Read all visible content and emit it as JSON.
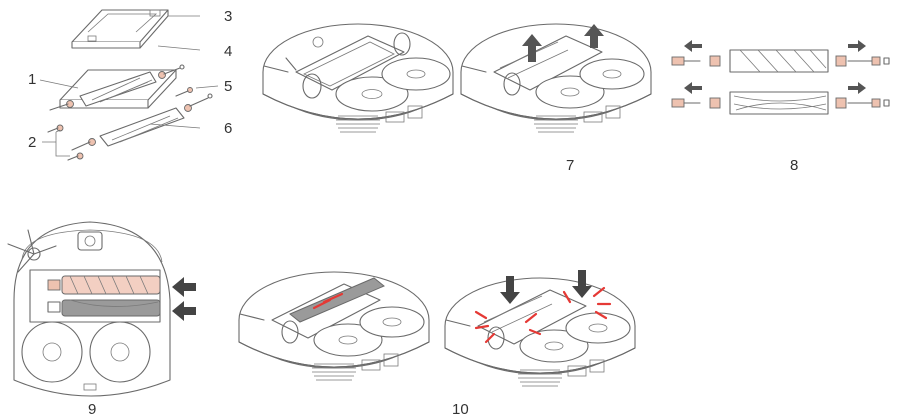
{
  "labels": {
    "part_1": "1",
    "part_2": "2",
    "part_3": "3",
    "part_4": "4",
    "part_5": "5",
    "part_6": "6"
  },
  "steps": {
    "step_7": "7",
    "step_8": "8",
    "step_9": "9",
    "step_10": "10"
  },
  "colors": {
    "line": "#6a6a6a",
    "roller_pink": "#f3cfc2",
    "roller_gray": "#9a9a9a",
    "highlight_red": "#e53935",
    "arrow": "#555555"
  }
}
